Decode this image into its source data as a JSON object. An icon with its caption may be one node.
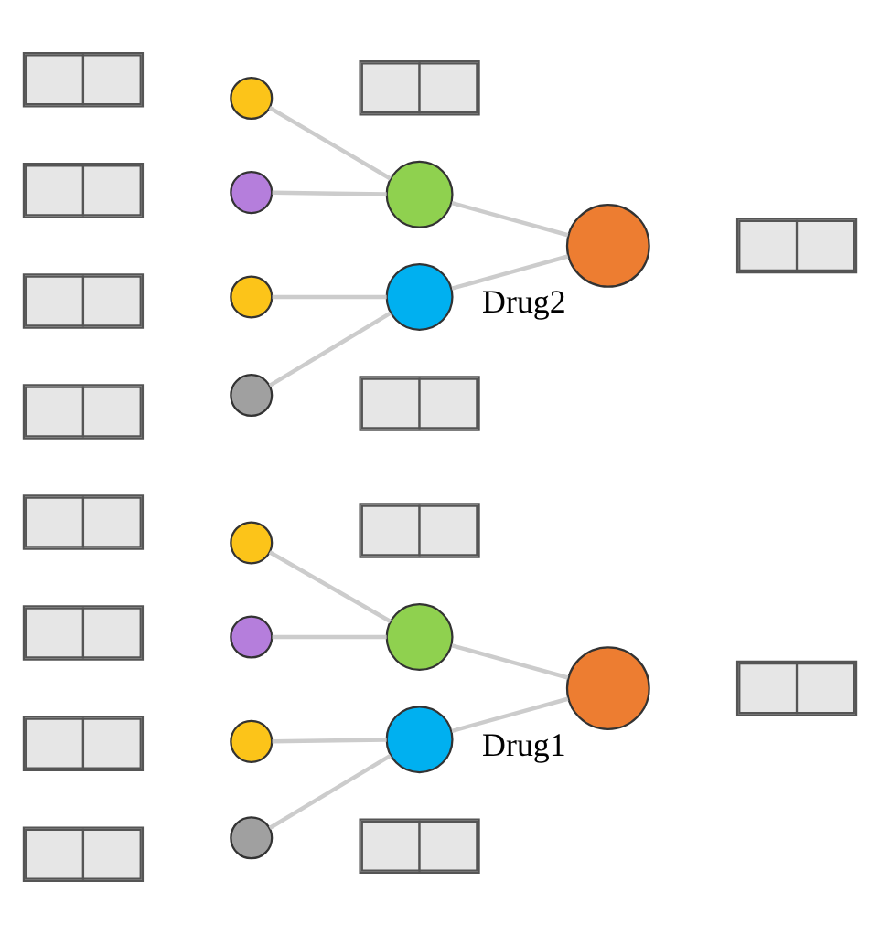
{
  "diagram": {
    "nodes": [
      {
        "text": [],
        "shape": "box"
      },
      {
        "text": [],
        "shape": "box"
      },
      {
        "text": [],
        "shape": "box"
      },
      {
        "text": [],
        "shape": "box"
      },
      {
        "text": [],
        "shape": "circle"
      },
      {
        "text": [],
        "shape": "circle"
      },
      {
        "text": [],
        "shape": "circle"
      },
      {
        "text": [],
        "shape": "circle"
      },
      {
        "text": [],
        "shape": "circle"
      },
      {
        "text": [],
        "shape": "circle"
      },
      {
        "text": [],
        "shape": "box"
      },
      {
        "text": [],
        "shape": "box"
      },
      {
        "text": [],
        "shape": "circle",
        "beside": [
          "Drug1"
        ]
      },
      {
        "text": [],
        "shape": "box"
      },
      {
        "text": [],
        "shape": "box"
      },
      {
        "text": [],
        "shape": "box"
      },
      {
        "text": [],
        "shape": "box"
      },
      {
        "text": [],
        "shape": "box"
      },
      {
        "text": [],
        "shape": "circle"
      },
      {
        "text": [],
        "shape": "circle"
      },
      {
        "text": [],
        "shape": "circle"
      },
      {
        "text": [],
        "shape": "circle"
      },
      {
        "text": [],
        "shape": "circle"
      },
      {
        "text": [],
        "shape": "circle"
      },
      {
        "text": [],
        "shape": "box"
      },
      {
        "text": [],
        "shape": "box"
      },
      {
        "text": [],
        "shape": "circle",
        "beside": [
          "Drug2"
        ]
      },
      {
        "text": [],
        "shape": "box"
      }
    ],
    "edges": [
      {
        "from": 4,
        "to": 8,
        "arrow": "none"
      },
      {
        "from": 5,
        "to": 8,
        "arrow": "none"
      },
      {
        "from": 6,
        "to": 9,
        "arrow": "none"
      },
      {
        "from": 7,
        "to": 9,
        "arrow": "none"
      },
      {
        "from": 8,
        "to": 12,
        "arrow": "none"
      },
      {
        "from": 9,
        "to": 12,
        "arrow": "none"
      },
      {
        "from": 18,
        "to": 22,
        "arrow": "none"
      },
      {
        "from": 19,
        "to": 22,
        "arrow": "none"
      },
      {
        "from": 20,
        "to": 23,
        "arrow": "none"
      },
      {
        "from": 21,
        "to": 23,
        "arrow": "none"
      },
      {
        "from": 22,
        "to": 26,
        "arrow": "none"
      },
      {
        "from": 23,
        "to": 26,
        "arrow": "none"
      }
    ]
  }
}
